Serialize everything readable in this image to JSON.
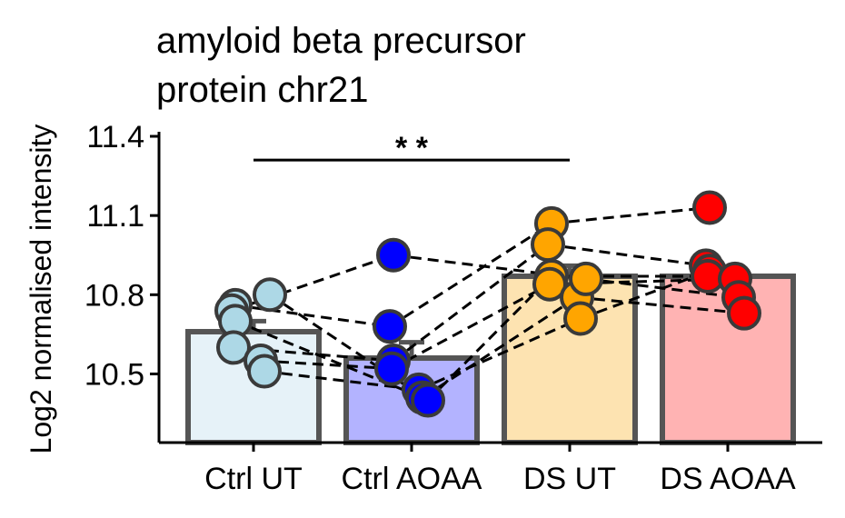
{
  "chart_data": {
    "type": "bar",
    "title_lines": [
      "amyloid beta precursor",
      "protein chr21"
    ],
    "xlabel": "",
    "ylabel": "Log2 normalised intensity",
    "ylim": [
      10.24,
      11.4
    ],
    "yticks": [
      10.5,
      10.8,
      11.1,
      11.4
    ],
    "ytick_labels": [
      "10.5",
      "10.8",
      "11.1",
      "11.4"
    ],
    "grid": false,
    "categories": [
      "Ctrl UT",
      "Ctrl AOAA",
      "DS UT",
      "DS AOAA"
    ],
    "values": [
      10.66,
      10.56,
      10.87,
      10.87
    ],
    "errors": [
      0.04,
      0.06,
      0.04,
      0.0
    ],
    "bar_fill": [
      "#e6f2f8",
      "#b3b3ff",
      "#fde3b1",
      "#ffb3b3"
    ],
    "bar_edge": "#555555",
    "point_fill": [
      "#add8e6",
      "#0000ff",
      "#ffa500",
      "#ff0000"
    ],
    "point_edge": "#3a3a3a",
    "points": [
      [
        10.76,
        10.74,
        10.7,
        10.6,
        10.55,
        10.51,
        10.8
      ],
      [
        10.95,
        10.68,
        10.55,
        10.52,
        10.44,
        10.41,
        10.4
      ],
      [
        11.07,
        10.99,
        10.87,
        10.84,
        10.79,
        10.71,
        10.86
      ],
      [
        11.13,
        10.91,
        10.89,
        10.87,
        10.86,
        10.79,
        10.73
      ]
    ],
    "pairs": [
      [
        0,
        1,
        0,
        0
      ],
      [
        3,
        2,
        1,
        1
      ],
      [
        2,
        5,
        4,
        6
      ],
      [
        4,
        3,
        3,
        4
      ],
      [
        5,
        4,
        5,
        2
      ],
      [
        1,
        0,
        6,
        5
      ],
      [
        6,
        6,
        2,
        3
      ]
    ],
    "significance": {
      "from": 0,
      "to": 2,
      "y": 11.31,
      "label": "* *"
    }
  }
}
